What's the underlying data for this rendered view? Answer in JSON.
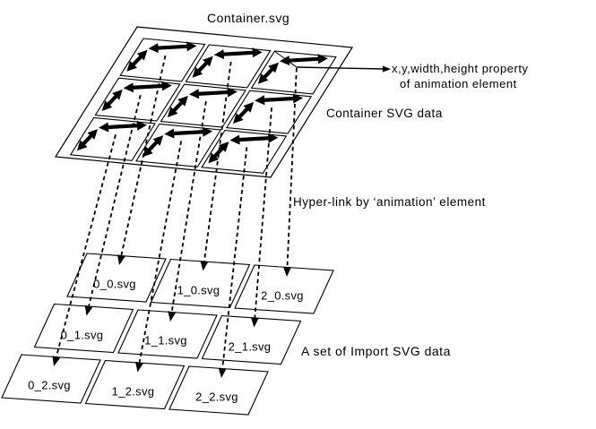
{
  "canvas": {
    "background": "#ffffff",
    "line_color": "#000000"
  },
  "container": {
    "title": "Container.svg",
    "grid": {
      "cols": 3,
      "rows": 3
    }
  },
  "annotations": {
    "property_label": {
      "line1": "x,y,width,height property",
      "line2": "of animation element"
    },
    "container_data_label": "Container SVG data",
    "hyperlink_label": "Hyper-link by ‘animation’ element",
    "import_set_label": "A set of Import SVG data"
  },
  "tiles": [
    {
      "name": "0_0.svg",
      "col": 0,
      "row": 0
    },
    {
      "name": "1_0.svg",
      "col": 1,
      "row": 0
    },
    {
      "name": "2_0.svg",
      "col": 2,
      "row": 0
    },
    {
      "name": "0_1.svg",
      "col": 0,
      "row": 1
    },
    {
      "name": "1_1.svg",
      "col": 1,
      "row": 1
    },
    {
      "name": "2_1.svg",
      "col": 2,
      "row": 1
    },
    {
      "name": "0_2.svg",
      "col": 0,
      "row": 2
    },
    {
      "name": "1_2.svg",
      "col": 1,
      "row": 2
    },
    {
      "name": "2_2.svg",
      "col": 2,
      "row": 2
    }
  ]
}
